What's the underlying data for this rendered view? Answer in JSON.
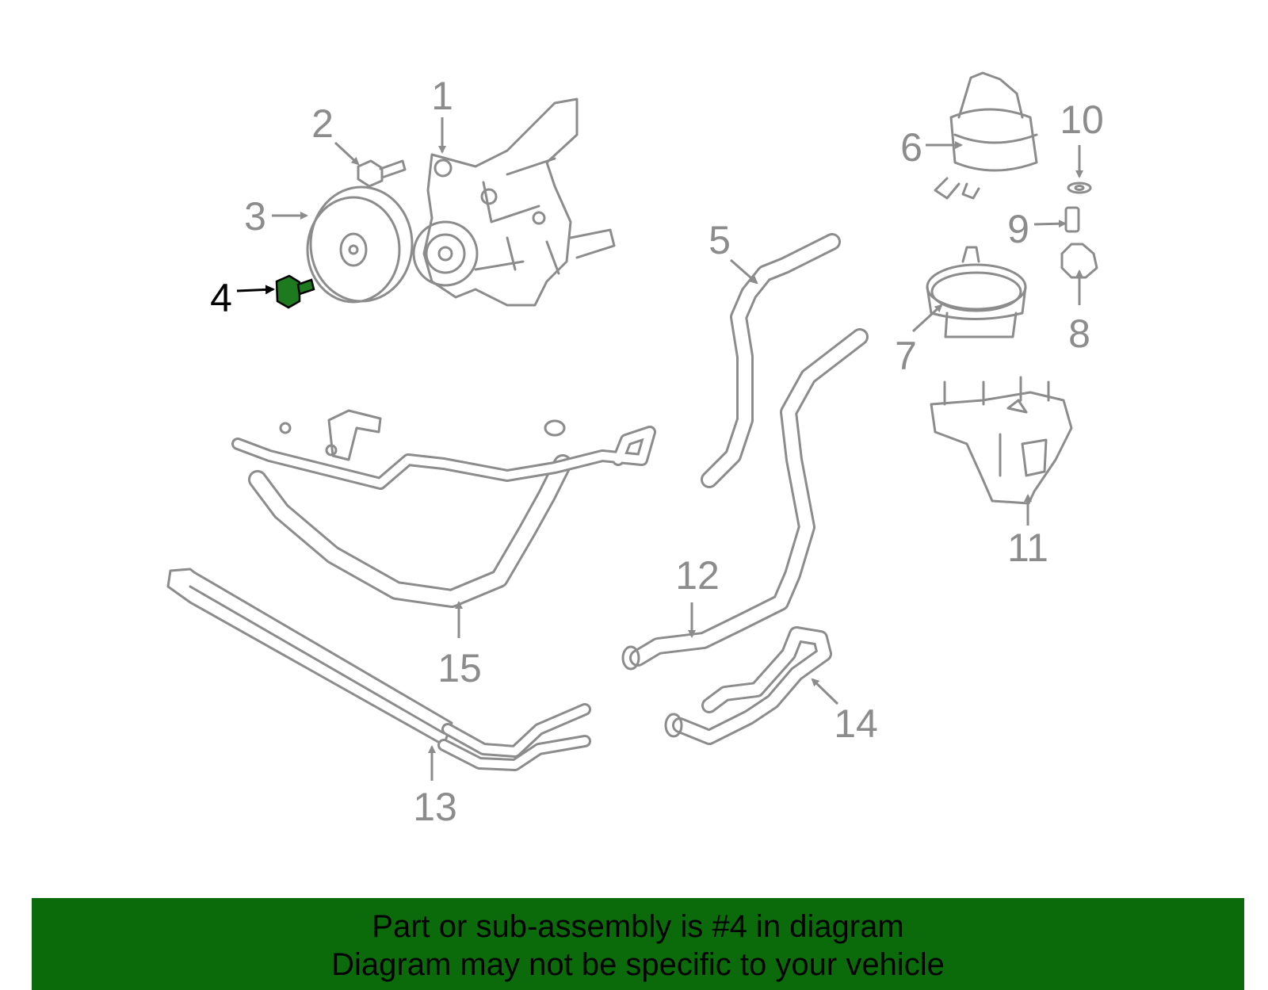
{
  "callouts": [
    {
      "number": "1"
    },
    {
      "number": "2"
    },
    {
      "number": "3"
    },
    {
      "number": "4"
    },
    {
      "number": "5"
    },
    {
      "number": "6"
    },
    {
      "number": "7"
    },
    {
      "number": "8"
    },
    {
      "number": "9"
    },
    {
      "number": "10"
    },
    {
      "number": "11"
    },
    {
      "number": "12"
    },
    {
      "number": "13"
    },
    {
      "number": "14"
    },
    {
      "number": "15"
    }
  ],
  "highlighted_part": "4",
  "colors": {
    "highlight": "#1e7a1e",
    "banner": "#0b6b0b",
    "line_art": "#8c8c8c"
  },
  "banner": {
    "line1": "Part or sub-assembly is #4 in diagram",
    "line2": "Diagram may not be specific to your vehicle"
  }
}
